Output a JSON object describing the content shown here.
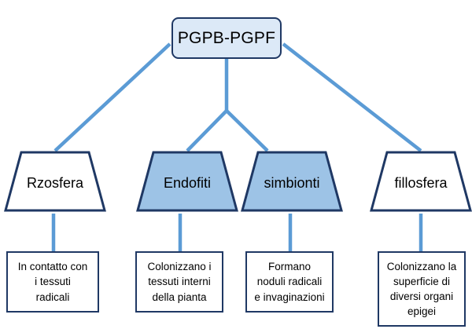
{
  "diagram": {
    "title": "PGPB-PGPF",
    "type": "hierarchy-tree",
    "colors": {
      "root_fill": "#DCE9F7",
      "highlight_fill": "#9DC3E6",
      "plain_fill": "#FFFFFF",
      "border": "#1F3864",
      "connector": "#5B9BD5",
      "text": "#000000"
    }
  },
  "root": {
    "label": "PGPB-PGPF"
  },
  "categories": [
    {
      "label": "Rzosfera",
      "fill": "#FFFFFF"
    },
    {
      "label": "Endofiti",
      "fill": "#9DC3E6"
    },
    {
      "label": "simbionti",
      "fill": "#9DC3E6"
    },
    {
      "label": "fillosfera",
      "fill": "#FFFFFF"
    }
  ],
  "descriptions": [
    {
      "text": "In contatto con\ni tessuti\nradicali"
    },
    {
      "text": "Colonizzano i\ntessuti interni\ndella pianta"
    },
    {
      "text": "Formano\nnoduli radicali\ne invaginazioni"
    },
    {
      "text": "Colonizzano la\nsuperficie di\ndiversi organi\nepigei"
    }
  ]
}
